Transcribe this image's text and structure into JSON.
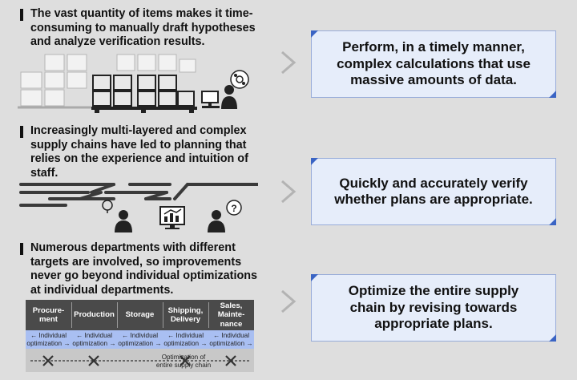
{
  "sections": [
    {
      "heading_lines": [
        "The vast quantity of items makes it time-",
        "consuming to manually draft hypotheses",
        "and analyze verification results."
      ],
      "solution_lines": [
        "Perform, in a timely manner,",
        "complex calculations that use",
        "massive amounts of data."
      ]
    },
    {
      "heading_lines": [
        "Increasingly multi-layered and complex",
        "supply chains have led to planning that",
        "relies on the experience and intuition of",
        "staff."
      ],
      "solution_lines": [
        "Quickly and accurately verify",
        "whether plans are appropriate."
      ]
    },
    {
      "heading_lines": [
        "Numerous departments with different",
        "targets are involved, so improvements",
        "never go beyond individual optimizations",
        "at individual departments."
      ],
      "solution_lines": [
        "Optimize the entire supply",
        "chain by revising towards",
        "appropriate plans."
      ]
    }
  ],
  "chain": {
    "departments": [
      [
        "Procure-",
        "ment"
      ],
      [
        "Production"
      ],
      [
        "Storage"
      ],
      [
        "Shipping,",
        "Delivery"
      ],
      [
        "Sales,",
        "Mainte-",
        "nance"
      ]
    ],
    "individual_label": [
      "← Individual",
      "optimization →"
    ],
    "global_label": [
      "Optimization of",
      "entire supply chain"
    ]
  },
  "colors": {
    "background": "#dedede",
    "box_fill": "#e6edfa",
    "box_accent": "#3a64c4",
    "band": "#a9bff2",
    "header": "#4a4a4a"
  }
}
